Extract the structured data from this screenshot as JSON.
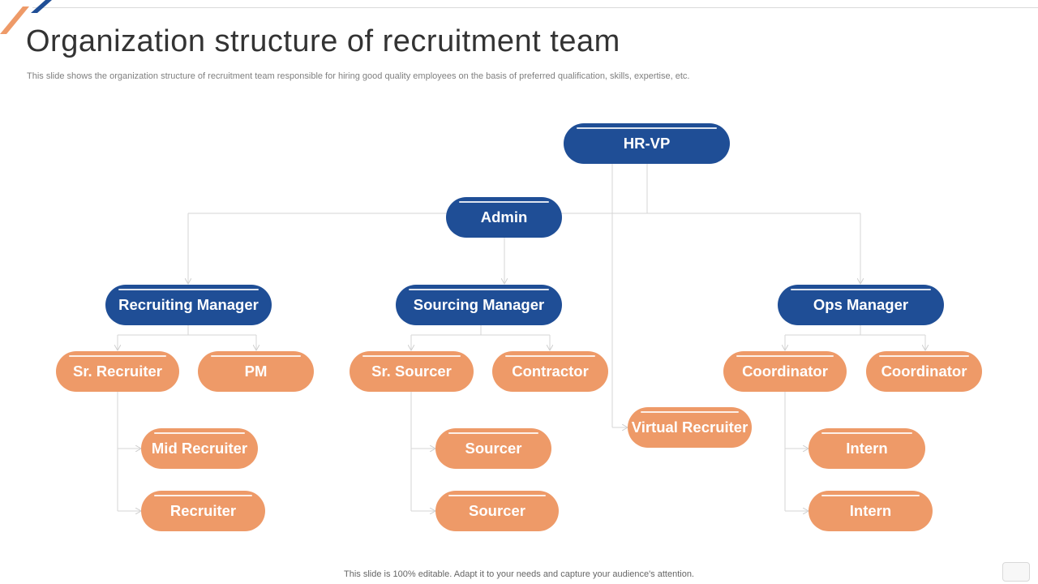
{
  "slide": {
    "title": "Organization structure of recruitment team",
    "subtitle": "This slide shows the organization structure of recruitment team responsible for hiring good quality employees on the basis of preferred qualification, skills, expertise, etc.",
    "footer": "This slide is 100% editable. Adapt it to your needs and capture your audience's attention."
  },
  "colors": {
    "manager": "#1f4e96",
    "staff": "#ee9a68",
    "connector": "#d0d0d0"
  },
  "org": {
    "hr_vp": "HR-VP",
    "admin": "Admin",
    "recruiting_manager": "Recruiting Manager",
    "sourcing_manager": "Sourcing Manager",
    "ops_manager": "Ops Manager",
    "sr_recruiter": "Sr. Recruiter",
    "pm": "PM",
    "mid_recruiter": "Mid Recruiter",
    "recruiter": "Recruiter",
    "sr_sourcer": "Sr. Sourcer",
    "contractor": "Contractor",
    "sourcer_1": "Sourcer",
    "sourcer_2": "Sourcer",
    "virtual_recruiter": "Virtual Recruiter",
    "coordinator_1": "Coordinator",
    "coordinator_2": "Coordinator",
    "intern_1": "Intern",
    "intern_2": "Intern"
  }
}
